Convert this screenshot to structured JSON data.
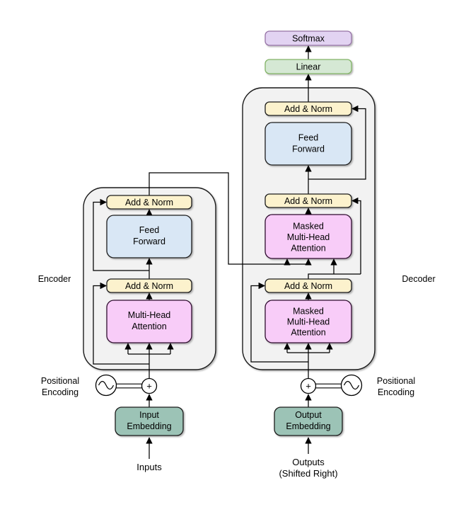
{
  "colors": {
    "background": "#ffffff",
    "container_fill": "#f2f2f2",
    "container_stroke": "#1a1a1a",
    "softmax_fill": "#e2d3f2",
    "softmax_stroke": "#9673a6",
    "linear_fill": "#d5e8d4",
    "linear_stroke": "#82b366",
    "addnorm_fill": "#fcf2cd",
    "addnorm_stroke": "#1a1a1a",
    "ff_fill": "#d9e7f5",
    "ff_stroke": "#1a1a1a",
    "attn_fill": "#f8ccf8",
    "attn_stroke": "#2e0a2e",
    "emb_fill": "#9cc3b6",
    "emb_stroke": "#1a1a1a",
    "circle_fill": "#ffffff",
    "circle_stroke": "#000000",
    "line": "#000000"
  },
  "output_head": {
    "softmax": "Softmax",
    "linear": "Linear"
  },
  "encoder": {
    "label": "Encoder",
    "add_norm": "Add & Norm",
    "feed_forward": [
      "Feed",
      "Forward"
    ],
    "attention": [
      "Multi-Head",
      "Attention"
    ],
    "embedding": [
      "Input",
      "Embedding"
    ],
    "inputs_label": "Inputs",
    "positional_encoding": [
      "Positional",
      "Encoding"
    ],
    "plus_sign": "+"
  },
  "decoder": {
    "label": "Decoder",
    "add_norm": "Add & Norm",
    "feed_forward": [
      "Feed",
      "Forward"
    ],
    "masked_attention": [
      "Masked",
      "Multi-Head",
      "Attention"
    ],
    "embedding": [
      "Output",
      "Embedding"
    ],
    "outputs_label": [
      "Outputs",
      "(Shifted Right)"
    ],
    "positional_encoding": [
      "Positional",
      "Encoding"
    ],
    "plus_sign": "+"
  }
}
